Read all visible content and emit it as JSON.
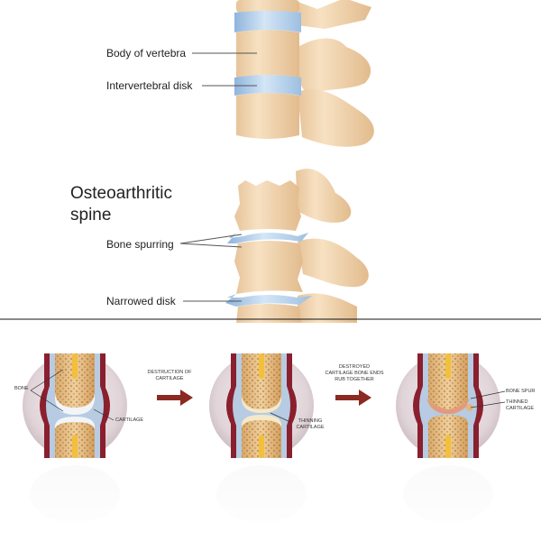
{
  "spine": {
    "label_body": "Body of vertebra",
    "label_disk": "Intervertebral disk",
    "title": "Osteoarthritic spine",
    "label_spurring": "Bone spurring",
    "label_narrowed": "Narrowed disk"
  },
  "joints": {
    "label_bone": "BONE",
    "label_cartilage": "CARTILAGE",
    "label_thinning": "THINNING CARTILAGE",
    "arrow1_text": "DESTRUCTION OF CARTILAGE",
    "arrow2_text": "DESTROYED CARTILAGE BONE ENDS RUB TOGETHER",
    "label_bone_spur": "BONE SPUR",
    "label_thinned": "THINNED CARTILAGE"
  },
  "colors": {
    "bone": "#f1d3aa",
    "bone_marrow": "#e8a44a",
    "disk": "#a9c8e6",
    "joint_circle": "#e3d9dc",
    "capsule": "#8a1f2e",
    "arrow": "#8b2a22"
  }
}
